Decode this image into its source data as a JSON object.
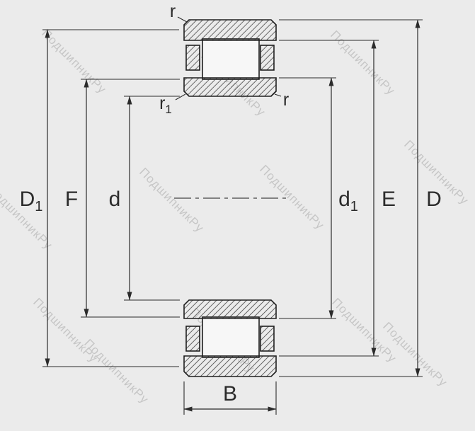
{
  "diagram": {
    "type": "bearing-cross-section-technical-drawing",
    "labels": {
      "r": "r",
      "r1": {
        "base": "r",
        "sub": "1"
      },
      "D1": {
        "base": "D",
        "sub": "1"
      },
      "F": "F",
      "d": "d",
      "d1": {
        "base": "d",
        "sub": "1"
      },
      "E": "E",
      "D": "D",
      "B": "B"
    },
    "colors": {
      "background": "#ebebeb",
      "line": "#2b2b2b",
      "hatch": "#3a3a3a",
      "roller_fill": "#f7f7f7",
      "watermark": "#c6c6c6"
    }
  },
  "watermark": {
    "text": "ПодшипникРу"
  }
}
